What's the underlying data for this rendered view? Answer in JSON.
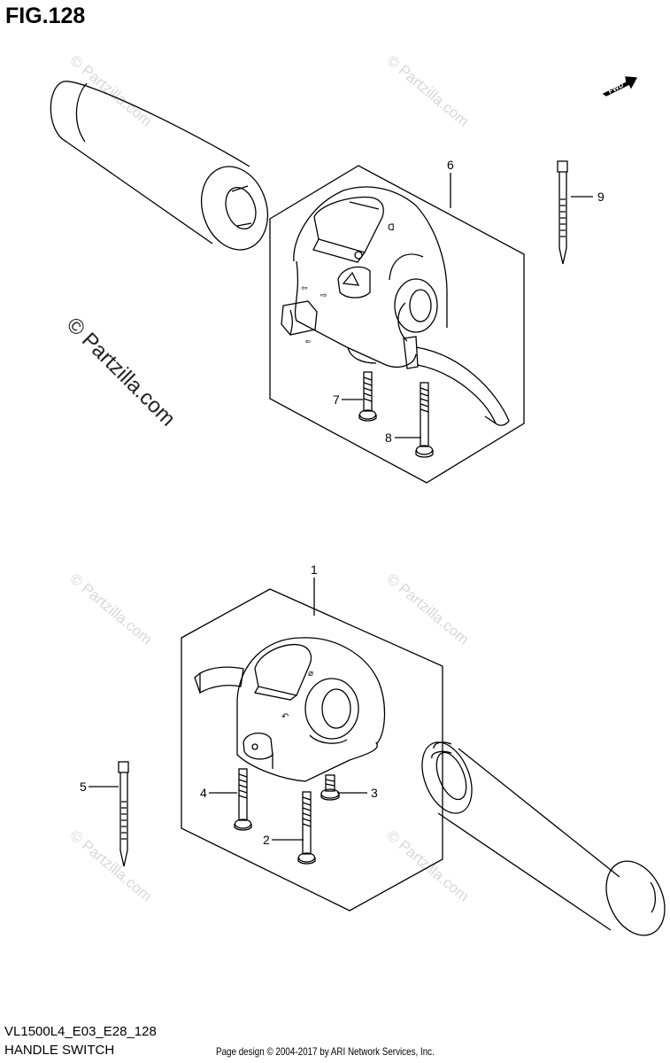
{
  "figure": {
    "title": "FIG.128",
    "code": "VL1500L4_E03_E28_128",
    "name": "HANDLE SWITCH",
    "credit": "Page design © 2004-2017 by ARI Network Services, Inc.",
    "fwd_label": "FWD"
  },
  "callouts": [
    "1",
    "2",
    "3",
    "4",
    "5",
    "6",
    "7",
    "8",
    "9"
  ],
  "watermark": {
    "text": "© Partzilla.com"
  },
  "colors": {
    "line": "#000000",
    "watermark": "#d8d8d8",
    "background": "#ffffff"
  }
}
